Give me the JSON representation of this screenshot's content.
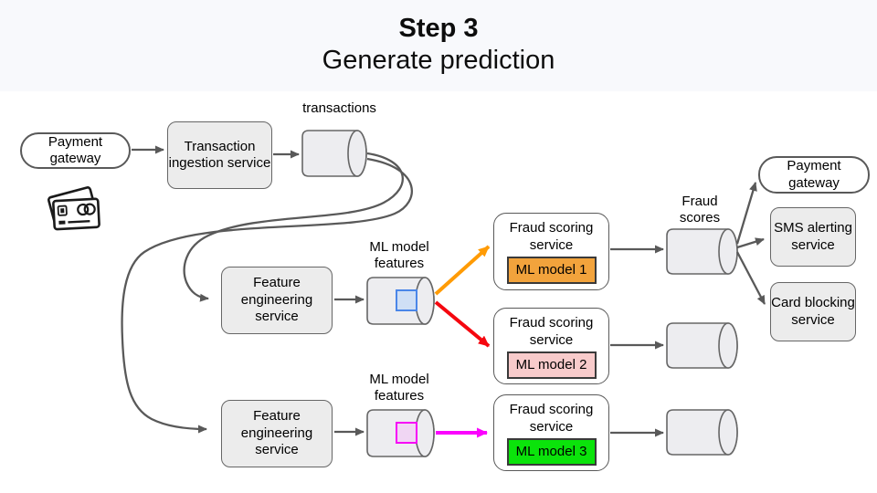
{
  "header": {
    "title": "Step 3",
    "subtitle": "Generate prediction"
  },
  "nodes": {
    "payment_gateway_left": "Payment gateway",
    "transaction_ingestion": "Transaction ingestion service",
    "transactions_topic": "transactions",
    "feature_eng_1": "Feature engineering service",
    "feature_eng_2": "Feature engineering service",
    "ml_features_1": "ML model features",
    "ml_features_2": "ML model features",
    "fraud_scoring_1": "Fraud scoring service",
    "fraud_scoring_2": "Fraud scoring service",
    "fraud_scoring_3": "Fraud scoring service",
    "model_1": "ML model 1",
    "model_2": "ML model 2",
    "model_3": "ML model 3",
    "fraud_scores": "Fraud scores",
    "payment_gateway_right": "Payment gateway",
    "sms_alerting": "SMS alerting service",
    "card_blocking": "Card blocking service"
  },
  "icons": {
    "credit_cards": "credit-cards-icon"
  },
  "colors": {
    "header_bg": "#f8f9fc",
    "node_gray_fill": "#ececec",
    "cylinder_fill": "#ededf0",
    "stroke_gray": "#595959",
    "model1_fill": "#f2a33c",
    "model2_fill": "#f8cbcb",
    "model3_fill": "#0be30b",
    "feature_square_blue_fill": "#cfdff5",
    "feature_square_blue_border": "#4a86e8",
    "feature_square_magenta_fill": "#f0d6f3",
    "feature_square_magenta_border": "#f603f6",
    "arrow_orange": "#ff9b05",
    "arrow_red": "#f5070f",
    "arrow_magenta": "#fb02fe"
  }
}
